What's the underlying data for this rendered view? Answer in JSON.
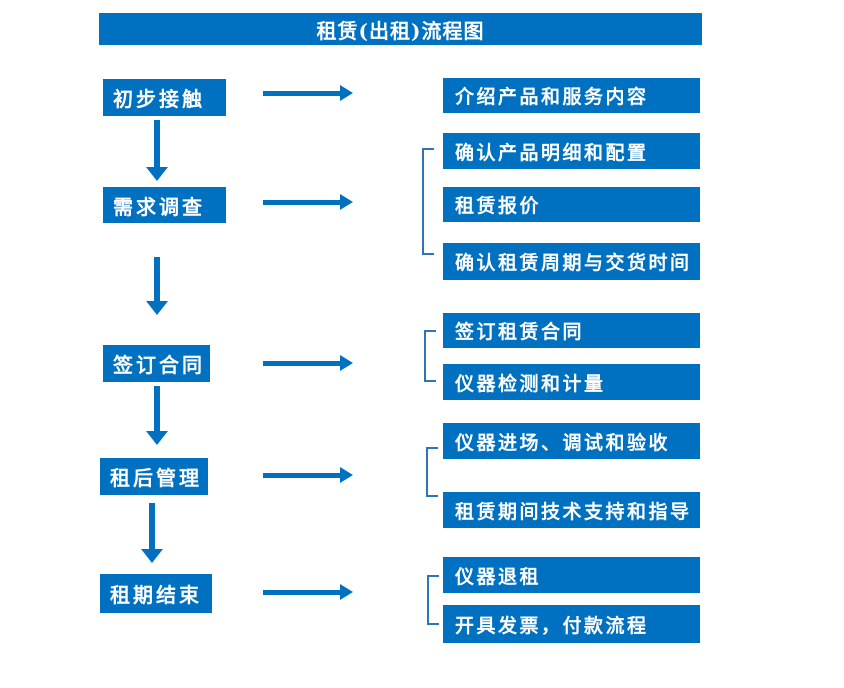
{
  "title": "租赁(出租)流程图",
  "colors": {
    "primary": "#0070C0",
    "bracket": "#2E75B6",
    "background": "#FFFFFF",
    "text_on_primary": "#FFFFFF"
  },
  "flow": {
    "steps": [
      {
        "label": "初步接触",
        "details": [
          "介绍产品和服务内容"
        ]
      },
      {
        "label": "需求调查",
        "details": [
          "确认产品明细和配置",
          "租赁报价",
          "确认租赁周期与交货时间"
        ]
      },
      {
        "label": "签订合同",
        "details": [
          "签订租赁合同",
          "仪器检测和计量"
        ]
      },
      {
        "label": "租后管理",
        "details": [
          "仪器进场、调试和验收",
          "租赁期间技术支持和指导"
        ]
      },
      {
        "label": "租期结束",
        "details": [
          "仪器退租",
          "开具发票，付款流程"
        ]
      }
    ]
  }
}
